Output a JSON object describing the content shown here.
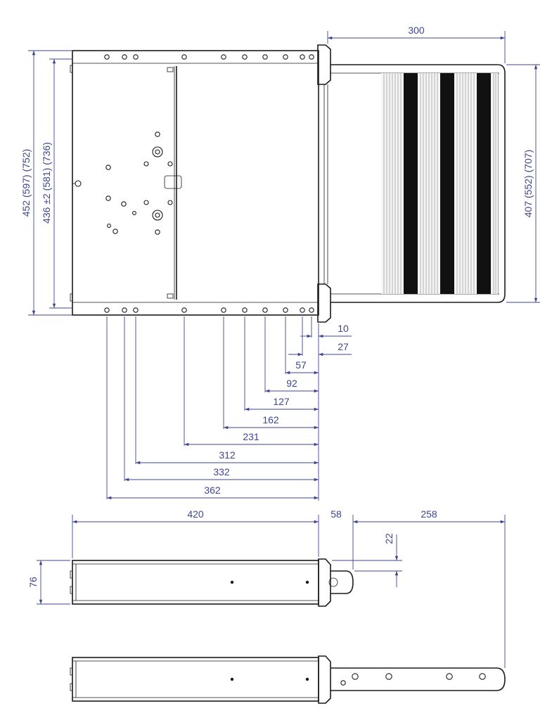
{
  "colors": {
    "dimension": "#3d4590",
    "outline": "#1a1a1a",
    "background": "#ffffff"
  },
  "top_view": {
    "width_right": "300",
    "height_left_outer": "452 (597) (752)",
    "height_left_inner": "436 ±2 (581) (736)",
    "height_right": "407 (552) (707)"
  },
  "hole_offsets": [
    "10",
    "27",
    "57",
    "92",
    "127",
    "162",
    "231",
    "312",
    "332",
    "362"
  ],
  "side_view": {
    "length": "420",
    "offset": "58",
    "extension": "258",
    "step_drop": "22",
    "height": "76"
  }
}
